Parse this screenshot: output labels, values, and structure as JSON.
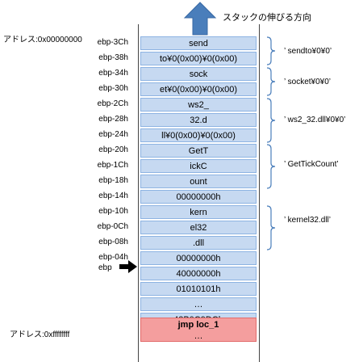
{
  "title": "スタックの伸びる方向",
  "addr_top": "アドレス:0x00000000",
  "addr_bottom": "アドレス:0xffffffff",
  "rows": [
    {
      "off": "ebp-3Ch",
      "val": "send"
    },
    {
      "off": "ebp-38h",
      "val": "to¥0(0x00)¥0(0x00)"
    },
    {
      "off": "ebp-34h",
      "val": "sock"
    },
    {
      "off": "ebp-30h",
      "val": "et¥0(0x00)¥0(0x00)"
    },
    {
      "off": "ebp-2Ch",
      "val": "ws2_"
    },
    {
      "off": "ebp-28h",
      "val": "32.d"
    },
    {
      "off": "ebp-24h",
      "val": "ll¥0(0x00)¥0(0x00)"
    },
    {
      "off": "ebp-20h",
      "val": "GetT"
    },
    {
      "off": "ebp-1Ch",
      "val": "ickC"
    },
    {
      "off": "ebp-18h",
      "val": "ount"
    },
    {
      "off": "ebp-14h",
      "val": "00000000h"
    },
    {
      "off": "ebp-10h",
      "val": "kern"
    },
    {
      "off": "ebp-0Ch",
      "val": "el32"
    },
    {
      "off": "ebp-08h",
      "val": ".dll"
    },
    {
      "off": "ebp-04h",
      "val": "00000000h"
    },
    {
      "off": "ebp",
      "val": "40000000h"
    },
    {
      "off": "",
      "val": "01010101h"
    },
    {
      "off": "",
      "val": "…"
    },
    {
      "off": "",
      "val": "42B0C9DCh"
    }
  ],
  "red_block": {
    "line1": "jmp loc_1",
    "line2": "…"
  },
  "notes": [
    "’ sendto¥0¥0’",
    "’ socket¥0¥0’",
    "’ ws2_32.dll¥0¥0’",
    "’ GetTickCount’",
    "’ kernel32.dll’"
  ],
  "colors": {
    "cell": "#c6d9f1",
    "cell_border": "#8db3e2",
    "red": "#f49e9e",
    "arrow": "#4a7ebb"
  }
}
